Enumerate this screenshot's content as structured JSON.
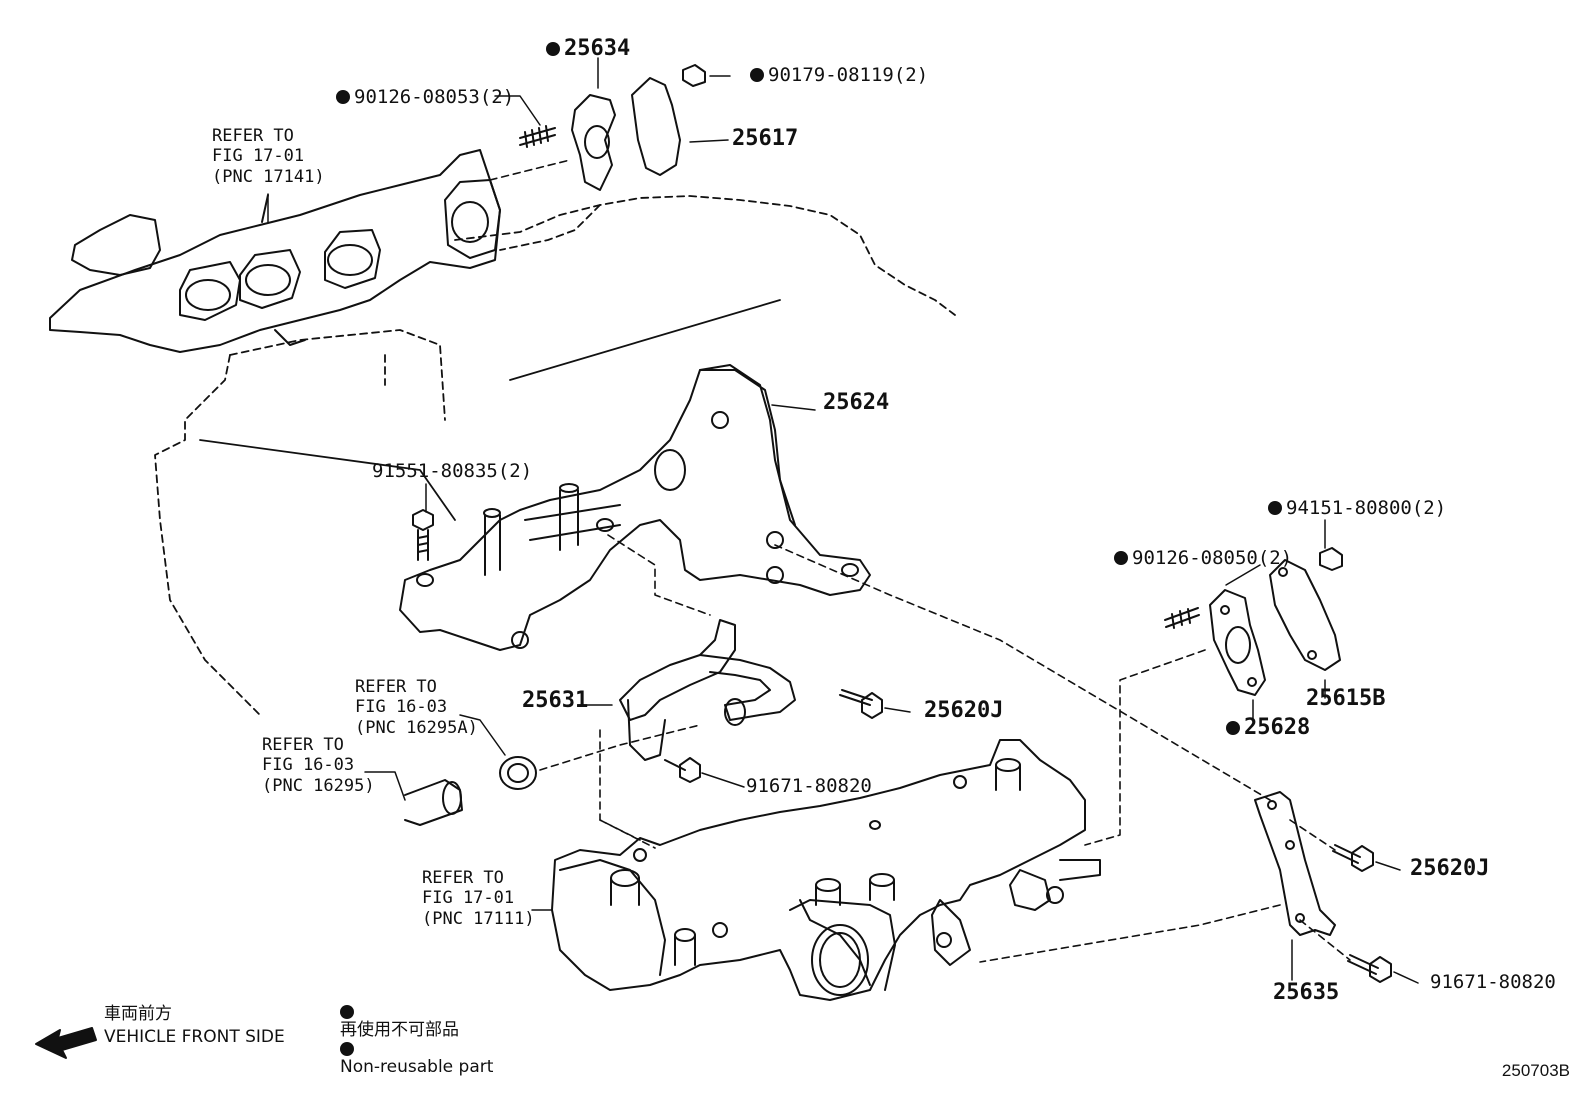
{
  "parts": {
    "p25634": "25634",
    "p90179": "90179-08119(2)",
    "p90126a": "90126-08053(2)",
    "p25617": "25617",
    "p25624": "25624",
    "p91551": "91551-80835(2)",
    "p94151": "94151-80800(2)",
    "p90126b": "90126-08050(2)",
    "p25615b": "25615B",
    "p25628": "25628",
    "p25631": "25631",
    "p25620j_a": "25620J",
    "p91671_a": "91671-80820",
    "p25620j_b": "25620J",
    "p91671_b": "91671-80820",
    "p25635": "25635"
  },
  "refs": {
    "ref1": {
      "l1": "REFER TO",
      "l2": "FIG 17-01",
      "l3": "(PNC 17141)"
    },
    "ref2": {
      "l1": "REFER TO",
      "l2": "FIG 16-03",
      "l3": "(PNC 16295A)"
    },
    "ref3": {
      "l1": "REFER TO",
      "l2": "FIG 16-03",
      "l3": "(PNC 16295)"
    },
    "ref4": {
      "l1": "REFER TO",
      "l2": "FIG 17-01",
      "l3": "(PNC 17111)"
    }
  },
  "legend": {
    "direction_jp": "車両前方",
    "direction_en": "VEHICLE FRONT SIDE",
    "nonreusable_jp": "再使用不可部品",
    "nonreusable_en": "Non-reusable part"
  },
  "diagram_code": "250703B"
}
